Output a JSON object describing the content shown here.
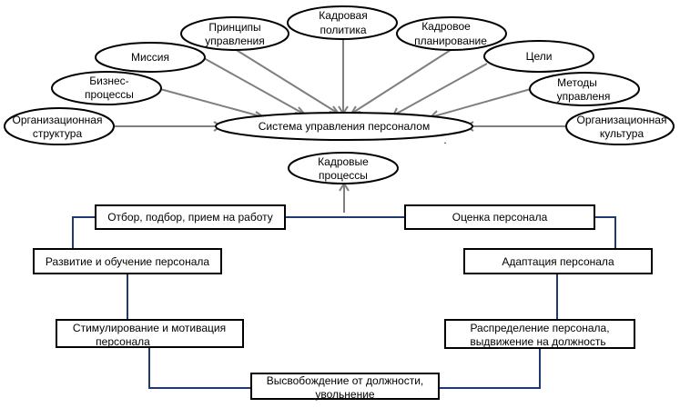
{
  "center": {
    "label": "Система управления персоналом"
  },
  "factors": {
    "org_structure": {
      "line1": "Организационная",
      "line2": "структура"
    },
    "business_processes": {
      "line1": "Бизнес-",
      "line2": "процессы"
    },
    "mission": {
      "label": "Миссия"
    },
    "principles": {
      "line1": "Принципы",
      "line2": "управления"
    },
    "hr_policy": {
      "line1": "Кадровая",
      "line2": "политика"
    },
    "hr_planning": {
      "line1": "Кадровое",
      "line2": "планирование"
    },
    "goals": {
      "label": "Цели"
    },
    "methods": {
      "line1": "Методы",
      "line2": "управленя"
    },
    "org_culture": {
      "line1": "Организационная",
      "line2": "культура"
    }
  },
  "hr_processes": {
    "line1": "Кадровые",
    "line2": "процессы"
  },
  "cycle": {
    "selection": {
      "label": "Отбор, подбор, прием на работу"
    },
    "assessment": {
      "label": "Оценка персонала"
    },
    "development": {
      "label": "Развитие и обучение персонала"
    },
    "adaptation": {
      "label": "Адаптация персонала"
    },
    "motivation": {
      "line1": "Стимулирование и мотивация",
      "line2": "персонала"
    },
    "distribution": {
      "line1": "Распределение персонала,",
      "line2": "выдвижение на должность"
    },
    "dismissal": {
      "line1": "Высвобождение от должности,",
      "line2": "увольнение"
    }
  },
  "colors": {
    "arrow": "#7f7f7f",
    "connector": "#1f3a6e",
    "outline": "#000000"
  }
}
